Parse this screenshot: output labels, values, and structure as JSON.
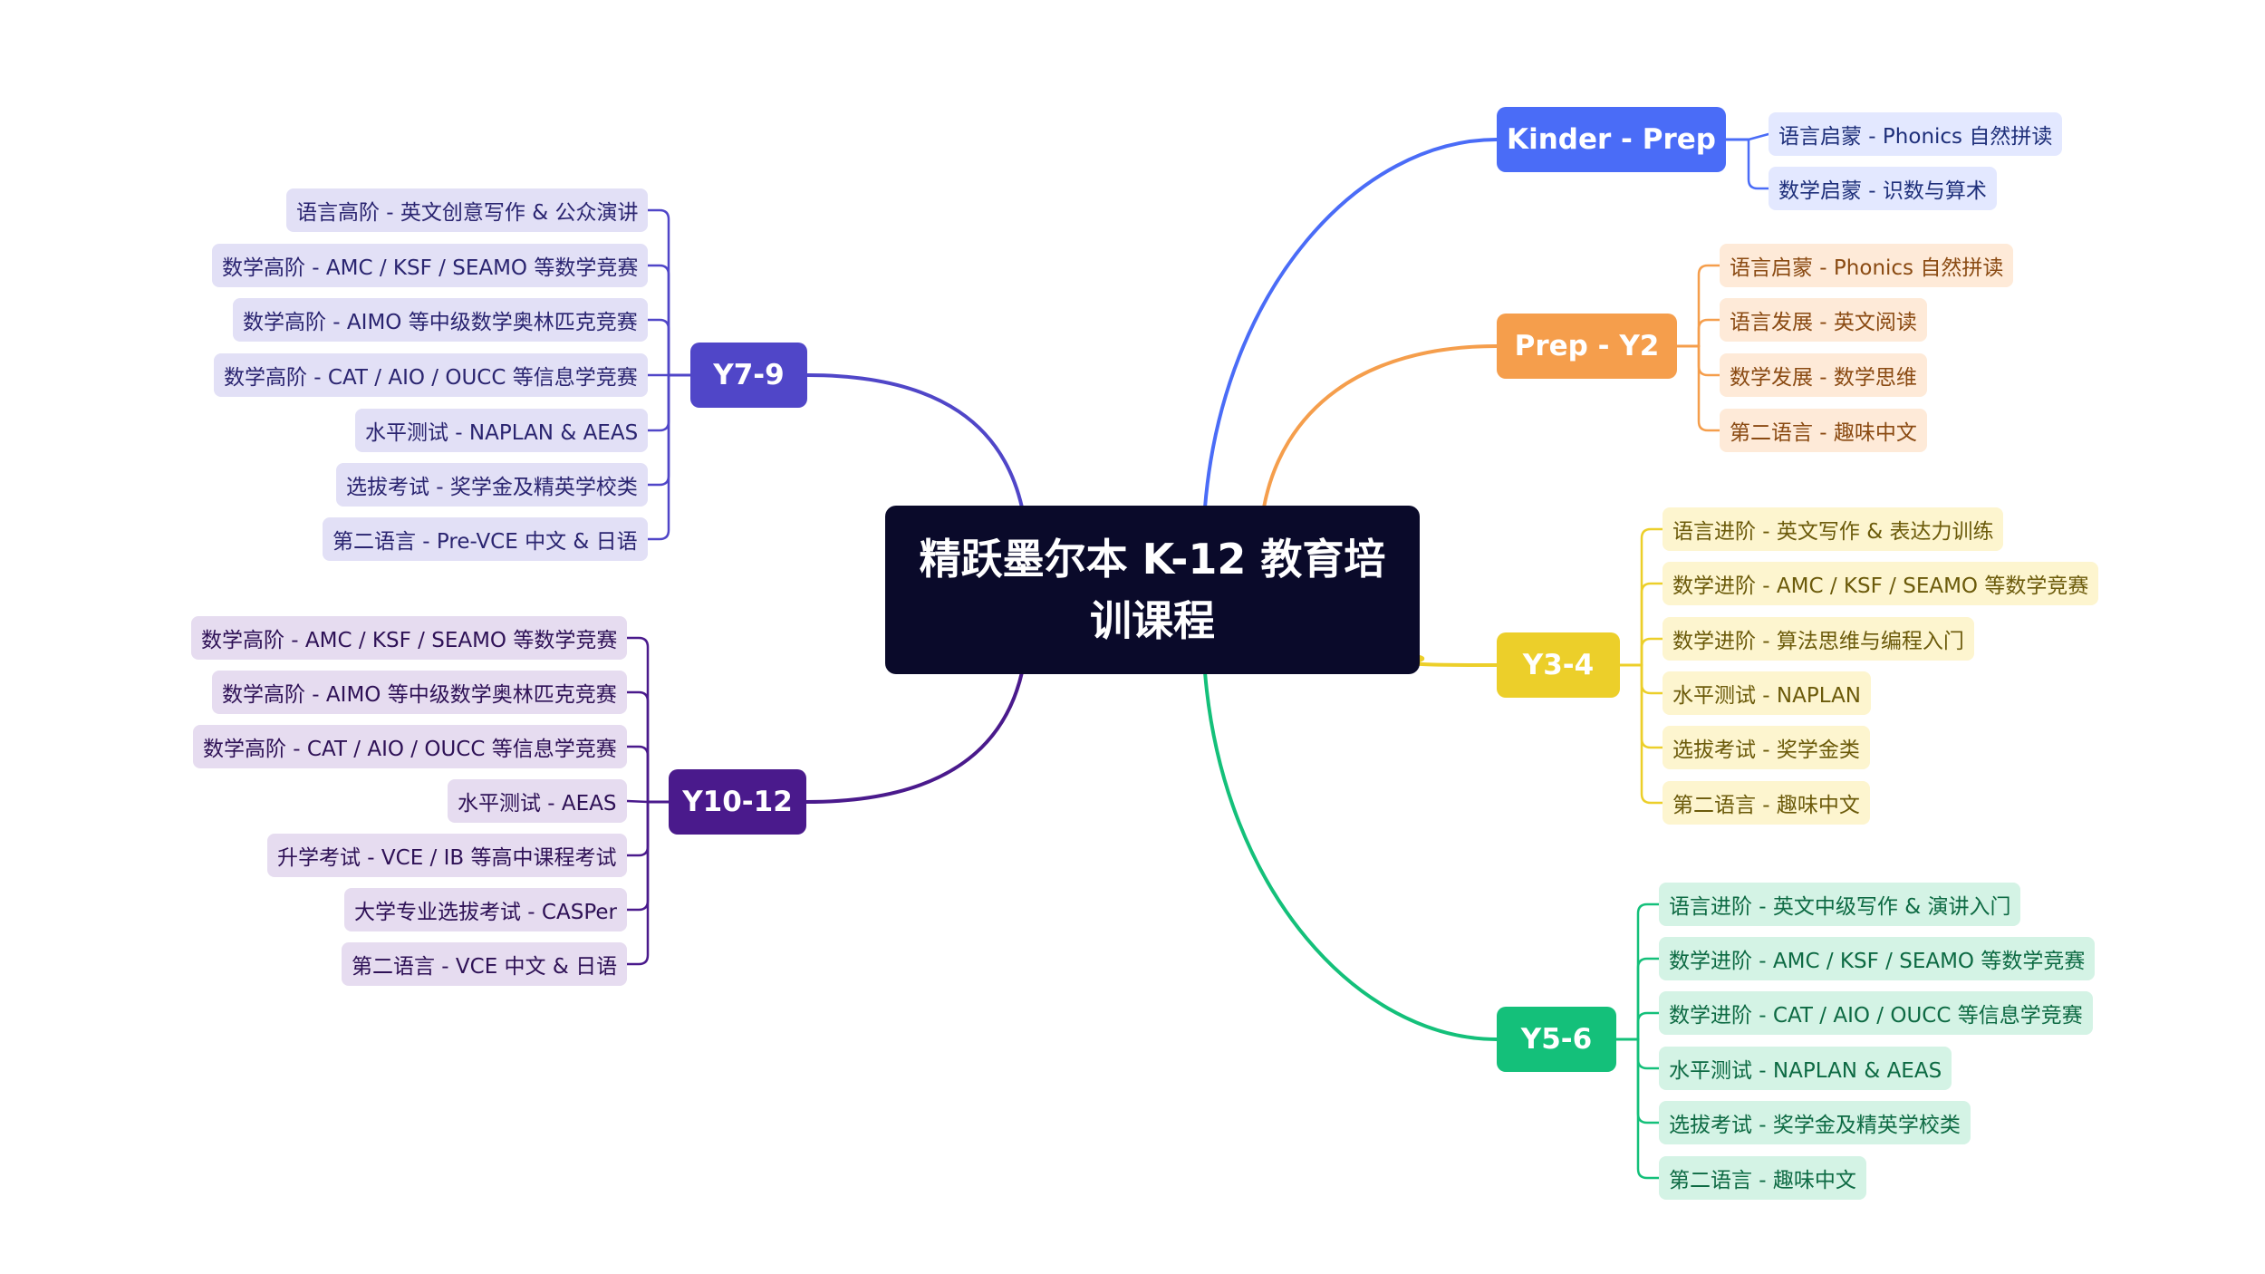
{
  "diagram": {
    "root": {
      "title": "精跃墨尔本 K-12 教育培训课程"
    },
    "branches": [
      {
        "id": "kinder",
        "label": "Kinder - Prep",
        "side": "right",
        "color": "#4a6cf7",
        "leaf_bg": "#e3e8ff",
        "leaf_text": "#1e2f7a",
        "leaves": [
          "语言启蒙 - Phonics 自然拼读",
          "数学启蒙 - 识数与算术"
        ]
      },
      {
        "id": "prep-y2",
        "label": "Prep - Y2",
        "side": "right",
        "color": "#f59e4c",
        "leaf_bg": "#feead8",
        "leaf_text": "#8a4a12",
        "leaves": [
          "语言启蒙 - Phonics 自然拼读",
          "语言发展 - 英文阅读",
          "数学发展 - 数学思维",
          "第二语言 - 趣味中文"
        ]
      },
      {
        "id": "y3-4",
        "label": "Y3-4",
        "side": "right",
        "color": "#eccf2a",
        "leaf_bg": "#fdf5cf",
        "leaf_text": "#6b5a0a",
        "leaves": [
          "语言进阶 - 英文写作 & 表达力训练",
          "数学进阶 - AMC / KSF / SEAMO 等数学竞赛",
          "数学进阶 - 算法思维与编程入门",
          "水平测试 - NAPLAN",
          "选拔考试 - 奖学金类",
          "第二语言 - 趣味中文"
        ]
      },
      {
        "id": "y5-6",
        "label": "Y5-6",
        "side": "right",
        "color": "#14c07a",
        "leaf_bg": "#d4f3e5",
        "leaf_text": "#0d6a43",
        "leaves": [
          "语言进阶 - 英文中级写作 & 演讲入门",
          "数学进阶 - AMC / KSF / SEAMO 等数学竞赛",
          "数学进阶 - CAT / AIO / OUCC 等信息学竞赛",
          "水平测试 - NAPLAN & AEAS",
          "选拔考试 - 奖学金及精英学校类",
          "第二语言 - 趣味中文"
        ]
      },
      {
        "id": "y7-9",
        "label": "Y7-9",
        "side": "left",
        "color": "#5046c8",
        "leaf_bg": "#e2e0f6",
        "leaf_text": "#2a2470",
        "leaves": [
          "语言高阶 - 英文创意写作 & 公众演讲",
          "数学高阶 - AMC / KSF / SEAMO 等数学竞赛",
          "数学高阶 - AIMO 等中级数学奥林匹克竞赛",
          "数学高阶 - CAT / AIO / OUCC 等信息学竞赛",
          "水平测试 - NAPLAN & AEAS",
          "选拔考试 - 奖学金及精英学校类",
          "第二语言 - Pre-VCE 中文 & 日语"
        ]
      },
      {
        "id": "y10-12",
        "label": "Y10-12",
        "side": "left",
        "color": "#4a1a8c",
        "leaf_bg": "#e6dcf0",
        "leaf_text": "#2e1156",
        "leaves": [
          "数学高阶 - AMC / KSF / SEAMO 等数学竞赛",
          "数学高阶 - AIMO 等中级数学奥林匹克竞赛",
          "数学高阶 - CAT / AIO / OUCC 等信息学竞赛",
          "水平测试 - AEAS",
          "升学考试 - VCE / IB 等高中课程考试",
          "大学专业选拔考试 - CASPer",
          "第二语言 - VCE 中文 & 日语"
        ]
      }
    ]
  }
}
